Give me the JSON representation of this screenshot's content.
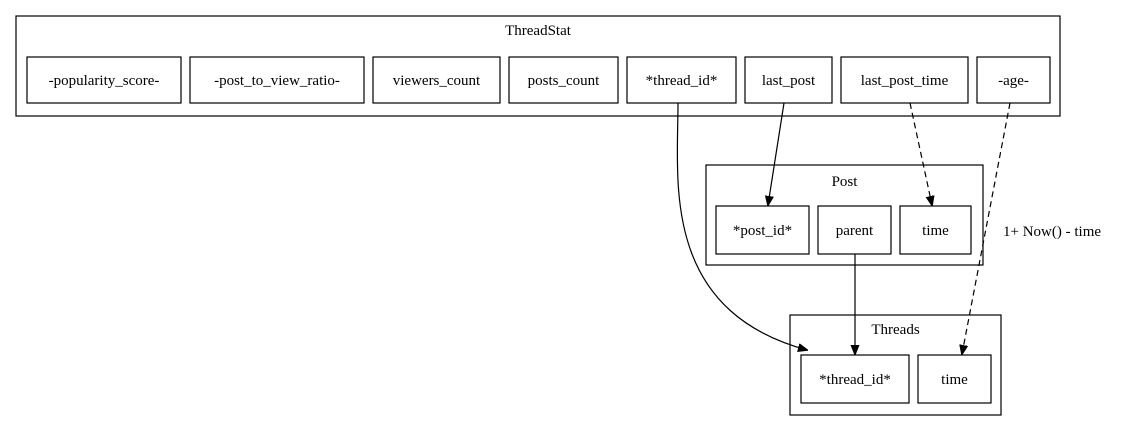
{
  "clusters": {
    "threadstat": {
      "title": "ThreadStat",
      "fields": {
        "popularity_score": "-popularity_score-",
        "post_to_view_ratio": "-post_to_view_ratio-",
        "viewers_count": "viewers_count",
        "posts_count": "posts_count",
        "thread_id": "*thread_id*",
        "last_post": "last_post",
        "last_post_time": "last_post_time",
        "age": "-age-"
      }
    },
    "post": {
      "title": "Post",
      "fields": {
        "post_id": "*post_id*",
        "parent": "parent",
        "time": "time"
      }
    },
    "threads": {
      "title": "Threads",
      "fields": {
        "thread_id": "*thread_id*",
        "time": "time"
      }
    }
  },
  "edges": {
    "age_to_threads_time_label": "1+ Now() - time"
  }
}
